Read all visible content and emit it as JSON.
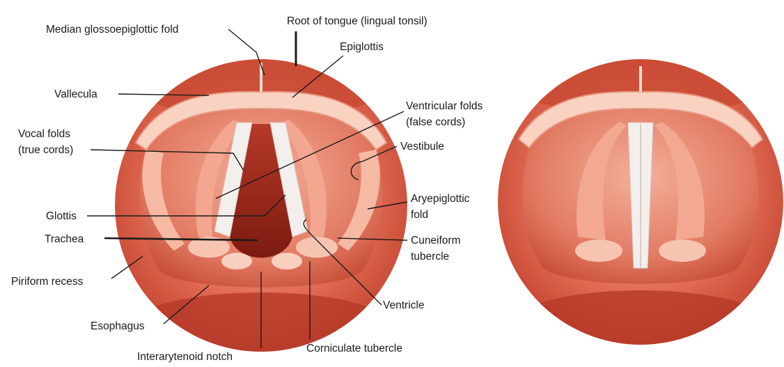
{
  "diagram": {
    "labels": {
      "median_glossoepiglottic_fold": "Median glossoepiglottic fold",
      "root_of_tongue": "Root of tongue (lingual tonsil)",
      "epiglottis": "Epiglottis",
      "vallecula": "Vallecula",
      "vocal_folds_line1": "Vocal folds",
      "vocal_folds_line2": "(true cords)",
      "ventricular_folds_line1": "Ventricular folds",
      "ventricular_folds_line2": "(false cords)",
      "vestibule": "Vestibule",
      "aryepiglottic_line1": "Aryepiglottic",
      "aryepiglottic_line2": "fold",
      "glottis": "Glottis",
      "trachea": "Trachea",
      "cuneiform_line1": "Cuneiform",
      "cuneiform_line2": "tubercle",
      "piriform_recess": "Piriform recess",
      "ventricle": "Ventricle",
      "esophagus": "Esophagus",
      "corniculate_tubercle": "Corniculate tubercle",
      "interarytenoid_notch": "Interarytenoid notch"
    },
    "colors": {
      "tissue_dark": "#c0402c",
      "tissue_mid": "#de6a52",
      "tissue_light": "#f2a48c",
      "fold_pale": "#fad2c2",
      "cord_white": "#f3efed",
      "airway": "#8e1e14",
      "line": "#1a1a1a"
    }
  }
}
